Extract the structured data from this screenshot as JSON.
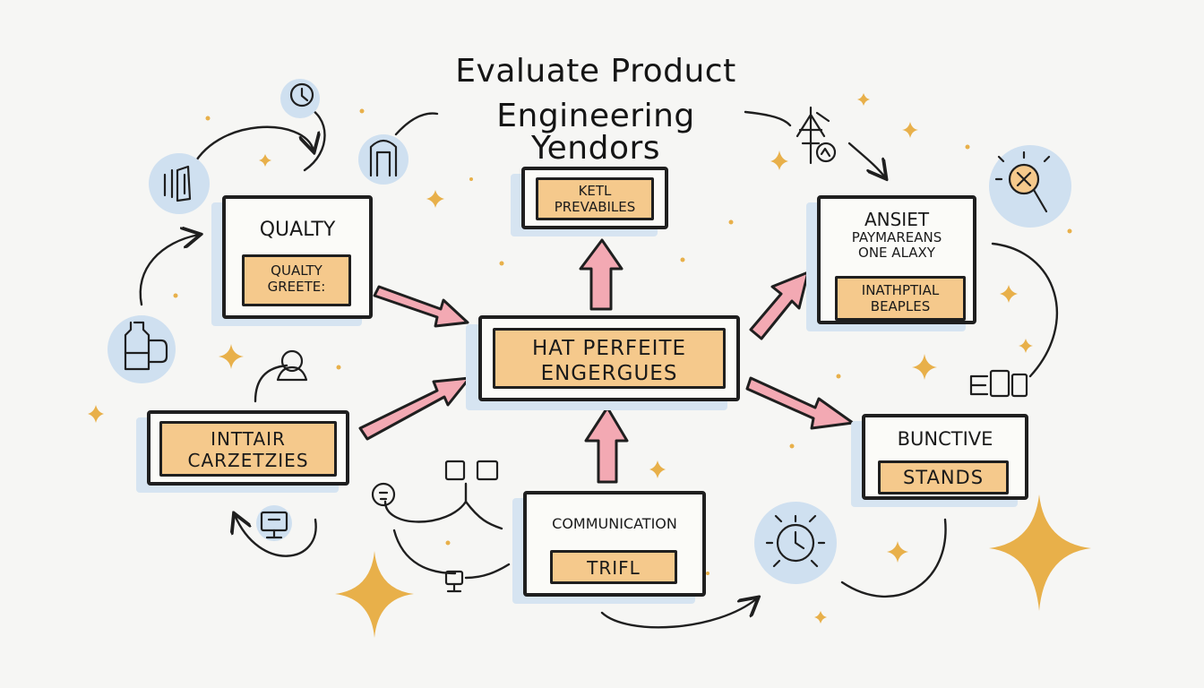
{
  "title": {
    "line1": "Evaluate Product",
    "line2": "Engineering Yendors"
  },
  "nodes": {
    "quality": {
      "heading": "QUALTY",
      "highlight": [
        "QUALTY",
        "GREETE:"
      ]
    },
    "kpis": {
      "highlight": [
        "KETL",
        "PREVABILES"
      ]
    },
    "center": {
      "highlight": [
        "HAT PERFEITE",
        "ENGERGUES"
      ]
    },
    "answer": {
      "heading": [
        "ANSIET",
        "PAYMAREANS",
        "ONE ALAXY"
      ],
      "highlight": [
        "INATHPTIAL",
        "BEAPLES"
      ]
    },
    "initial": {
      "highlight": [
        "INTTAIR",
        "CARZETZIES"
      ]
    },
    "communication": {
      "heading": "COMMUNICATION",
      "highlight": [
        "TRIFL"
      ]
    },
    "bunctive": {
      "heading": "BUNCTIVE",
      "highlight": [
        "STANDS"
      ]
    }
  },
  "icons": [
    "clock-icon",
    "arch-icon",
    "bars-icon",
    "jar-icon",
    "person-icon",
    "monitor-icon",
    "square-pair-icon",
    "small-face-icon",
    "terminal-icon",
    "tree-icon",
    "magnifier-icon",
    "plug-icon",
    "alarm-clock-icon"
  ],
  "colors": {
    "background": "#f6f6f4",
    "outline": "#1f1f1f",
    "highlight": "#f5c98c",
    "shadow": "#d6e4f1",
    "arrow": "#f3a9b3",
    "sparkle": "#e8b04a",
    "icon_badge": "#cfe0f0"
  }
}
